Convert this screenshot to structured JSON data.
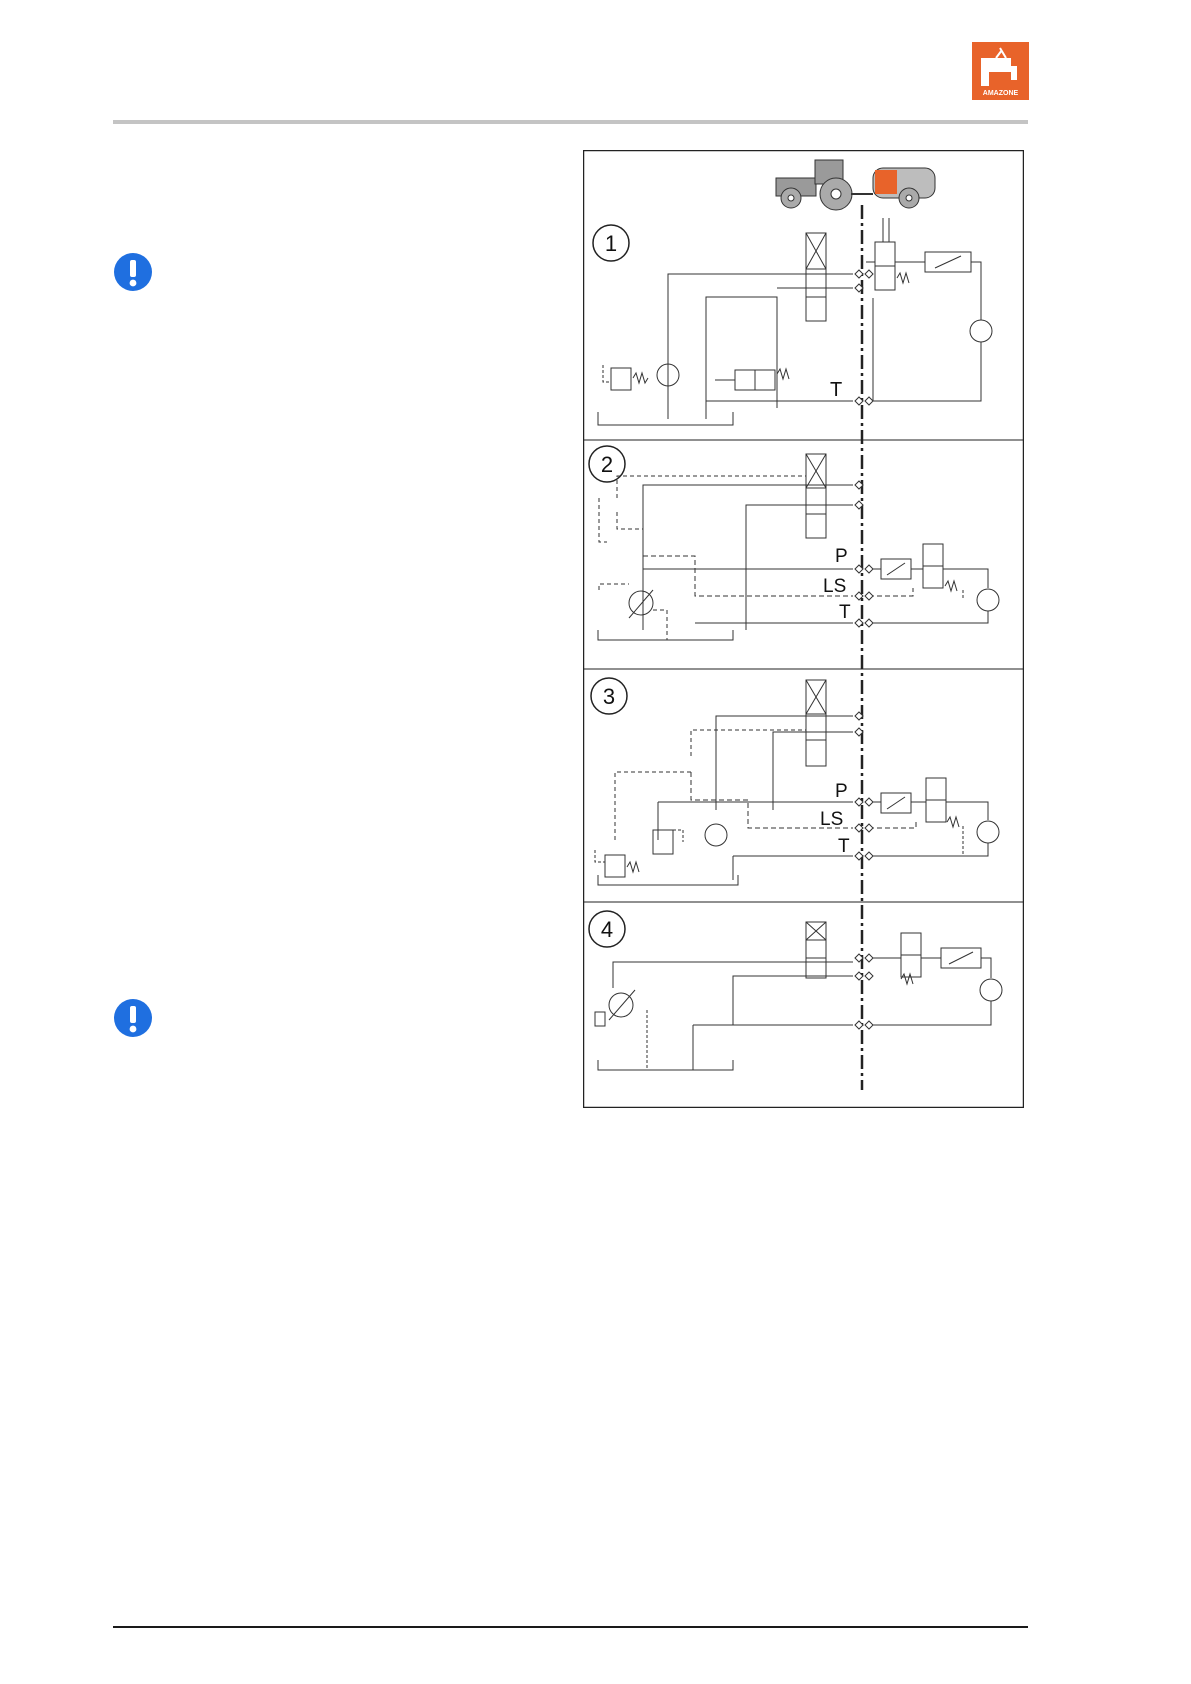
{
  "header": {
    "logo": {
      "icon": "amazone-logo-icon",
      "text": "AMAZONE",
      "color": "#e8632a"
    }
  },
  "notes": [
    {
      "icon": "info-exclamation-icon",
      "color": "#1f6fe0"
    },
    {
      "icon": "info-exclamation-icon",
      "color": "#1f6fe0"
    }
  ],
  "figure": {
    "header_icon": "tractor-with-trailer-icon",
    "panels": [
      {
        "number": "1",
        "port_labels": [
          "T"
        ]
      },
      {
        "number": "2",
        "port_labels": [
          "P",
          "LS",
          "T"
        ]
      },
      {
        "number": "3",
        "port_labels": [
          "P",
          "LS",
          "T"
        ]
      },
      {
        "number": "4",
        "port_labels": []
      }
    ]
  }
}
